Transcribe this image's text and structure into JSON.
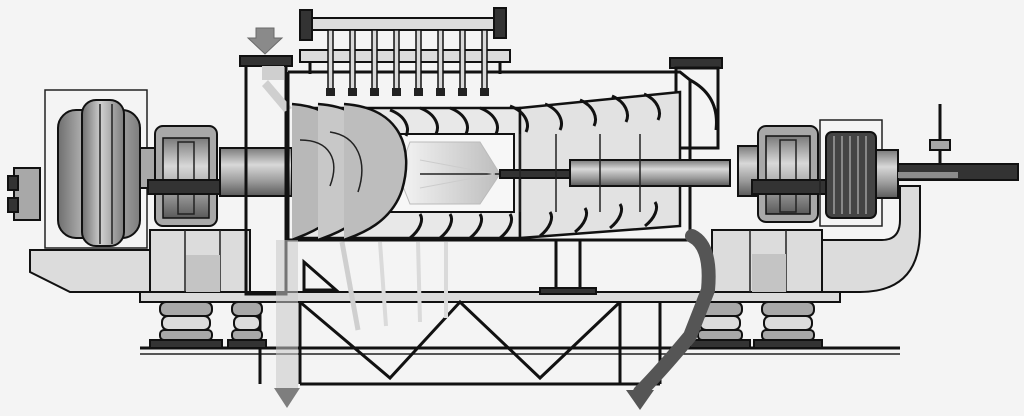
{
  "diagram": {
    "type": "decanter-centrifuge-cutaway",
    "colors": {
      "background": "#f4f4f4",
      "line": "#111111",
      "metal_light": "#dcdcdc",
      "metal_mid": "#a8a8a8",
      "metal_dark": "#333333",
      "flow_arrow": "#6a6a6a"
    },
    "components": [
      "main-motor",
      "left-bearing-block",
      "feed-inlet",
      "wash-manifold",
      "screw-conveyor",
      "conical-bowl",
      "feed-tube",
      "right-bearing-block",
      "gearbox",
      "pinion-shaft",
      "vibration-isolators",
      "base-frame",
      "liquid-discharge-chute",
      "solids-discharge-chute"
    ]
  }
}
